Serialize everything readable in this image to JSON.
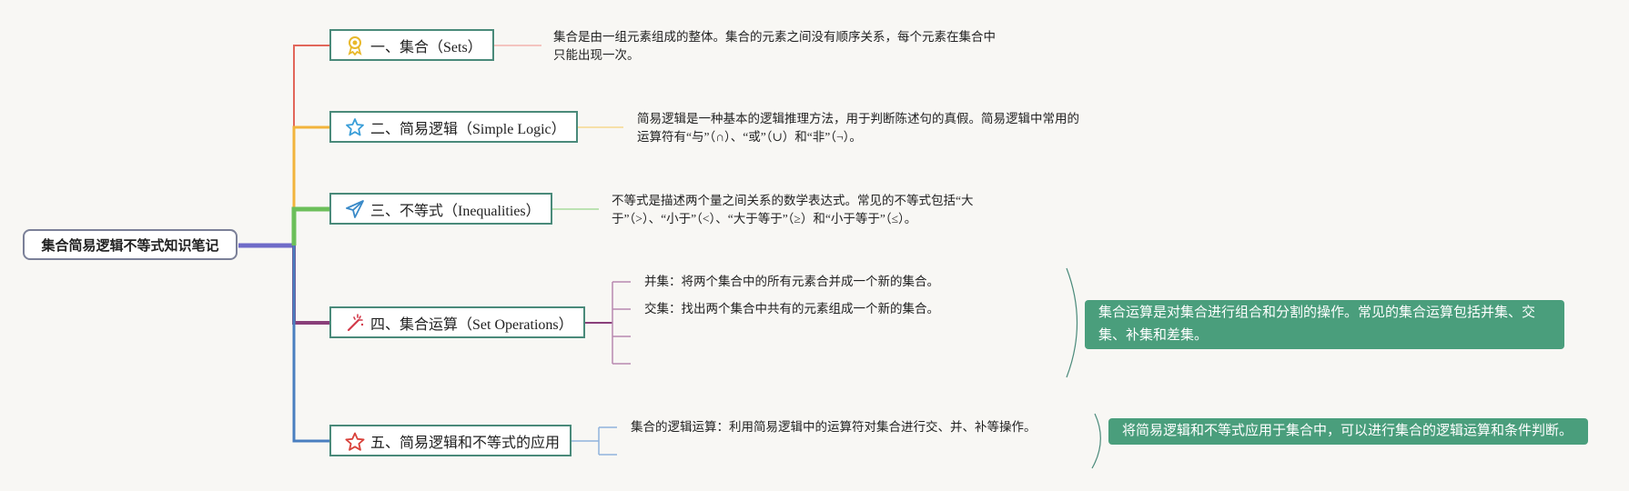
{
  "root": {
    "title": "集合简易逻辑不等式知识笔记"
  },
  "topics": [
    {
      "label": "一、集合（Sets）",
      "icon": "award-icon",
      "desc": "集合是由一组元素组成的整体。集合的元素之间没有顺序关系，每个元素在集合中只能出现一次。"
    },
    {
      "label": "二、简易逻辑（Simple Logic）",
      "icon": "star-outline-icon",
      "desc": "简易逻辑是一种基本的逻辑推理方法，用于判断陈述句的真假。简易逻辑中常用的运算符有“与”（∩）、“或”（∪）和“非”（¬）。"
    },
    {
      "label": "三、不等式（Inequalities）",
      "icon": "paper-plane-icon",
      "desc": "不等式是描述两个量之间关系的数学表达式。常见的不等式包括“大于”（>）、“小于”（<）、“大于等于”（≥）和“小于等于”（≤）。"
    },
    {
      "label": "四、集合运算（Set Operations）",
      "icon": "magic-wand-icon",
      "leaves": [
        "并集：将两个集合中的所有元素合并成一个新的集合。",
        "交集：找出两个集合中共有的元素组成一个新的集合。"
      ],
      "summary": "集合运算是对集合进行组合和分割的操作。常见的集合运算包括并集、交集、补集和差集。"
    },
    {
      "label": "五、简易逻辑和不等式的应用",
      "icon": "star-icon",
      "leaves": [
        "集合的逻辑运算：利用简易逻辑中的运算符对集合进行交、并、补等操作。"
      ],
      "summary": "将简易逻辑和不等式应用于集合中，可以进行集合的逻辑运算和条件判断。"
    }
  ],
  "colors": {
    "t1": "#e2665a",
    "t2": "#f2b43c",
    "t3": "#6cbf5a",
    "t4": "#8a3f7a",
    "t5": "#4a7fc0",
    "border": "#4a8a7a",
    "summary": "#4a9e7c"
  }
}
